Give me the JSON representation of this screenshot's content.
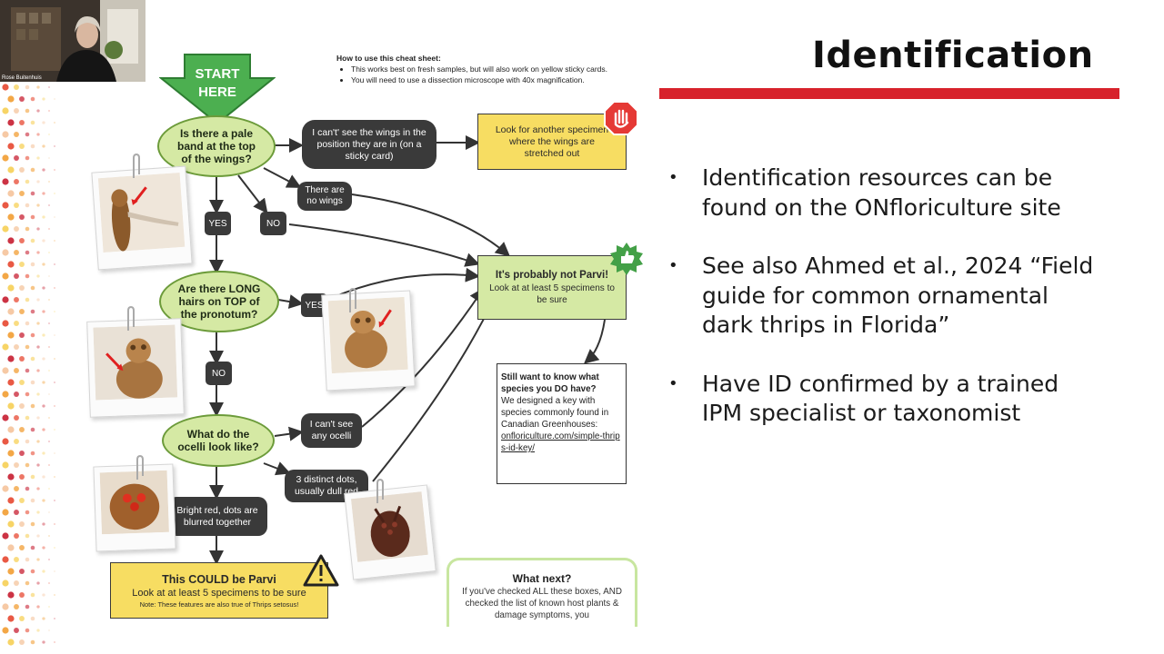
{
  "slide": {
    "title": "Identification",
    "bullets": [
      "Identification resources can be found on the ONfloriculture site",
      "See also Ahmed et al., 2024 “Field guide for common ornamental dark thrips in Florida”",
      "Have ID confirmed by a trained IPM specialist or taxonomist"
    ],
    "accent_color": "#d7222b"
  },
  "webcam": {
    "name_label": "Rose Buitenhuis"
  },
  "cheatsheet": {
    "howto_title": "How to use this cheat sheet:",
    "howto_items": [
      "This works best on fresh samples, but will also work on yellow sticky cards.",
      "You will need to use a dissection microscope with 40x magnification."
    ],
    "start_line1": "START",
    "start_line2": "HERE",
    "q1": "Is there a pale band at the top of the wings?",
    "q1_cant_see": "I can't' see the wings in the position they are in (on a sticky card)",
    "q1_look_another": "Look for another specimen where the wings are stretched out",
    "q1_no_wings": "There are no wings",
    "yes1": "YES",
    "no1": "NO",
    "q2": "Are there LONG hairs on TOP of the pronotum?",
    "yes2": "YES",
    "no2": "NO",
    "not_parvi_title": "It's probably not Parvi!",
    "not_parvi_sub": "Look at at least 5 specimens to be sure",
    "still_title": "Still want to know what species you DO have?",
    "still_body": "We designed a key with species commonly found in Canadian Greenhouses:",
    "still_link": "onfloriculture.com/simple-thrips-id-key/",
    "q3": "What do the ocelli look like?",
    "cant_see_ocelli": "I can't see any ocelli",
    "three_dots": "3 distinct dots, usually dull red",
    "bright_red": "Bright red, dots are blurred together",
    "could_parvi_title": "This COULD be Parvi",
    "could_parvi_sub": "Look at at least 5 specimens to be sure",
    "could_parvi_note": "Note: These features are also true of Thrips setosus!",
    "what_next_title": "What next?",
    "what_next_body": "If you've checked ALL these boxes, AND checked the list of known host plants & damage symptoms, you"
  }
}
